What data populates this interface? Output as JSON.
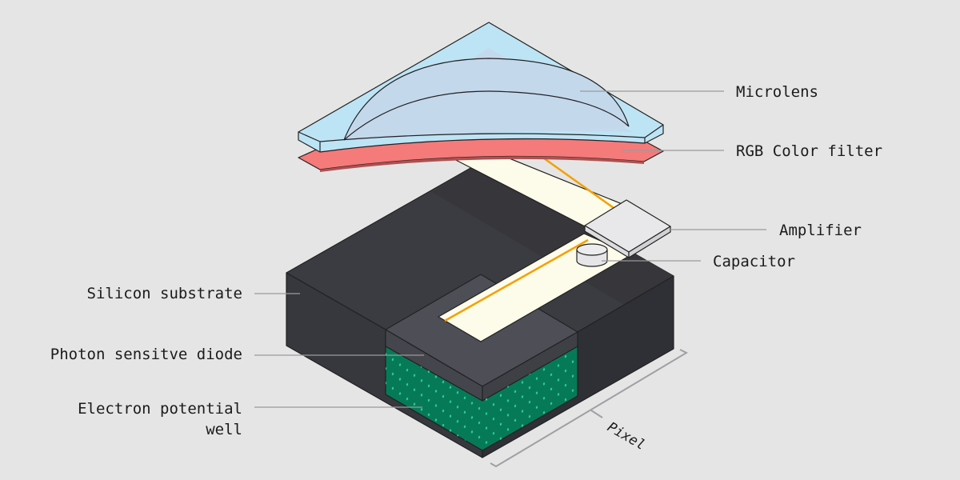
{
  "labels": {
    "microlens": "Microlens",
    "color_filter": "RGB Color filter",
    "amplifier": "Amplifier",
    "capacitor": "Capacitor",
    "silicon_substrate": "Silicon substrate",
    "photodiode": "Photon sensitve diode",
    "potential_well_line1": "Electron potential",
    "potential_well_line2": "well",
    "pixel": "Pixel"
  },
  "colors": {
    "background": "#e5e5e5",
    "substrate": "#3d3e43",
    "microlens": "#bde4f5",
    "color_filter": "#f57a7a",
    "circuit_strip": "#fdfbea",
    "wire": "#f5a000",
    "potential_well": "#067a57"
  }
}
